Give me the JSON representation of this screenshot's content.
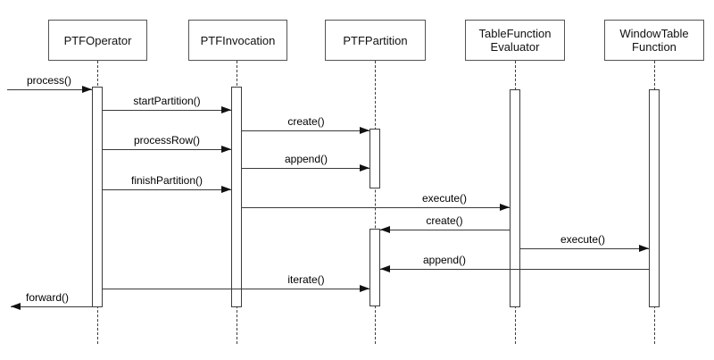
{
  "diagram": {
    "type": "uml-sequence-diagram",
    "background": "#ffffff",
    "line_color": "#3a3a3a",
    "box_border_color": "#545454",
    "text_color": "#000000"
  },
  "participants": [
    {
      "id": "ptf-operator",
      "name": "PTFOperator"
    },
    {
      "id": "ptf-invocation",
      "name": "PTFInvocation"
    },
    {
      "id": "ptf-partition",
      "name": "PTFPartition"
    },
    {
      "id": "table-function-evaluator",
      "name": "TableFunction\nEvaluator"
    },
    {
      "id": "window-table-function",
      "name": "WindowTable\nFunction"
    }
  ],
  "messages": [
    {
      "label": "process()",
      "from": "external",
      "to": "PTFOperator",
      "direction": "right"
    },
    {
      "label": "startPartition()",
      "from": "PTFOperator",
      "to": "PTFInvocation",
      "direction": "right"
    },
    {
      "label": "create()",
      "from": "PTFInvocation",
      "to": "PTFPartition",
      "direction": "right"
    },
    {
      "label": "processRow()",
      "from": "PTFOperator",
      "to": "PTFInvocation",
      "direction": "right"
    },
    {
      "label": "append()",
      "from": "PTFInvocation",
      "to": "PTFPartition",
      "direction": "right"
    },
    {
      "label": "finishPartition()",
      "from": "PTFOperator",
      "to": "PTFInvocation",
      "direction": "right"
    },
    {
      "label": "execute()",
      "from": "PTFInvocation",
      "to": "TableFunctionEvaluator",
      "direction": "right"
    },
    {
      "label": "create()",
      "from": "TableFunctionEvaluator",
      "to": "PTFPartition",
      "direction": "left"
    },
    {
      "label": "execute()",
      "from": "TableFunctionEvaluator",
      "to": "WindowTableFunction",
      "direction": "right"
    },
    {
      "label": "append()",
      "from": "WindowTableFunction",
      "to": "PTFPartition",
      "direction": "left"
    },
    {
      "label": "iterate()",
      "from": "PTFOperator",
      "to": "PTFPartition",
      "direction": "right"
    },
    {
      "label": "forward()",
      "from": "PTFOperator",
      "to": "external",
      "direction": "left"
    }
  ]
}
